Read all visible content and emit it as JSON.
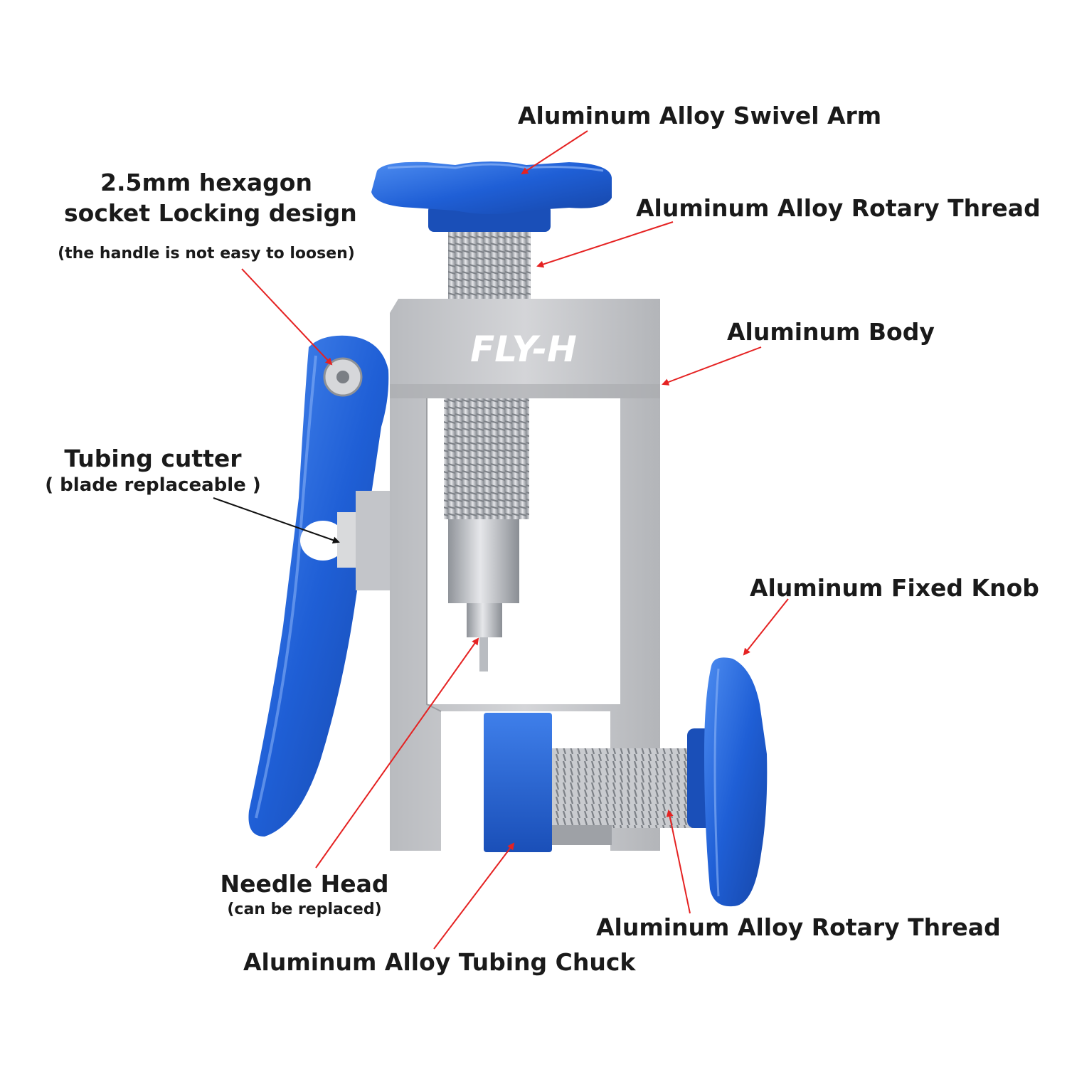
{
  "colors": {
    "accent_blue": "#1f5fd6",
    "aluminum": "#c8c9cc",
    "pointer_red": "#e52222",
    "pointer_black": "#111111"
  },
  "brand": {
    "logo_text": "FLY-H"
  },
  "labels": {
    "swivel_arm": "Aluminum Alloy Swivel Arm",
    "hex_line1": "2.5mm hexagon",
    "hex_line2": "socket Locking design",
    "hex_note": "(the handle is not easy to loosen)",
    "rotary_thread_top": "Aluminum Alloy Rotary Thread",
    "body": "Aluminum Body",
    "tubing_cutter": "Tubing cutter",
    "tubing_cutter_note": "( blade replaceable )",
    "fixed_knob": "Aluminum Fixed Knob",
    "needle_head": "Needle Head",
    "needle_head_note": "(can be replaced)",
    "rotary_thread_bottom": "Aluminum Alloy Rotary Thread",
    "tubing_chuck": "Aluminum Alloy Tubing Chuck"
  }
}
